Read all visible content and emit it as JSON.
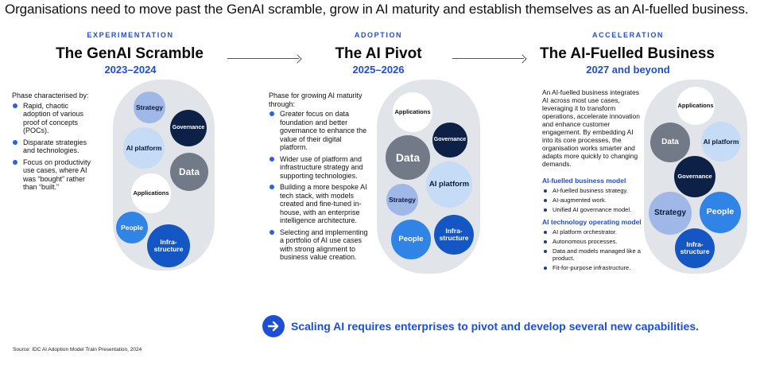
{
  "headline": "Organisations need to move past the GenAI scramble, grow in AI maturity and establish themselves as an AI-fuelled business.",
  "stages": [
    {
      "label": "EXPERIMENTATION",
      "title": "The GenAI Scramble",
      "years": "2023–2024",
      "intro": "Phase characterised by:",
      "bullets": [
        "Rapid, chaotic adoption of various proof of concepts (POCs).",
        "Disparate strategies and technologies.",
        "Focus on productivity use cases, where AI was “bought” rather than “built.”"
      ],
      "circles": [
        "Strategy",
        "Governance",
        "AI platform",
        "Data",
        "Applications",
        "People",
        "Infra- structure"
      ]
    },
    {
      "label": "ADOPTION",
      "title": "The AI Pivot",
      "years": "2025–2026",
      "intro": "Phase for growing AI maturity through:",
      "bullets": [
        "Greater focus on data foundation and better governance to enhance the value of their digital platform.",
        "Wider use of platform and infrastructure strategy and supporting technologies.",
        "Building a more bespoke AI tech stack, with models created and fine-tuned in-house, with an enterprise intelligence architecture.",
        "Selecting and implementing a portfolio of AI use cases with strong alignment to business value creation."
      ],
      "circles": [
        "Applications",
        "Governance",
        "Data",
        "AI platform",
        "Strategy",
        "People",
        "Infra- structure"
      ]
    },
    {
      "label": "ACCELERATION",
      "title": "The AI-Fuelled Business",
      "years": "2027 and beyond",
      "intro": "An AI-fuelled business integrates AI across most use cases, leveraging it to transform operations, accelerate innovation and enhance customer engagement. By embedding AI into its core processes, the organisation works smarter and adapts more quickly to changing demands.",
      "model_heading": "AI-fuelled business model",
      "model_items": [
        "AI-fuelled business strategy.",
        "AI-augmented work.",
        "Unified AI governance model."
      ],
      "tech_heading": "AI technology operating model",
      "tech_items": [
        "AI platform orchestrator.",
        "Autonomous processes.",
        "Data and models managed like a product.",
        "Fit-for-purpose infrastructure."
      ],
      "circles": [
        "Applications",
        "Data",
        "AI platform",
        "Governance",
        "Strategy",
        "People",
        "Infra- structure"
      ]
    }
  ],
  "banner": "Scaling AI requires enterprises to pivot and develop several new capabilities.",
  "source": "Source: IDC AI Adoption Model Train Presentation, 2024",
  "icons": {
    "banner": "arrow-right-circle-icon",
    "transition": "long-arrow-right-icon"
  },
  "colors": {
    "accent": "#1d4ed8",
    "navy": "#0d2146",
    "pill": "#e1e4e8"
  }
}
